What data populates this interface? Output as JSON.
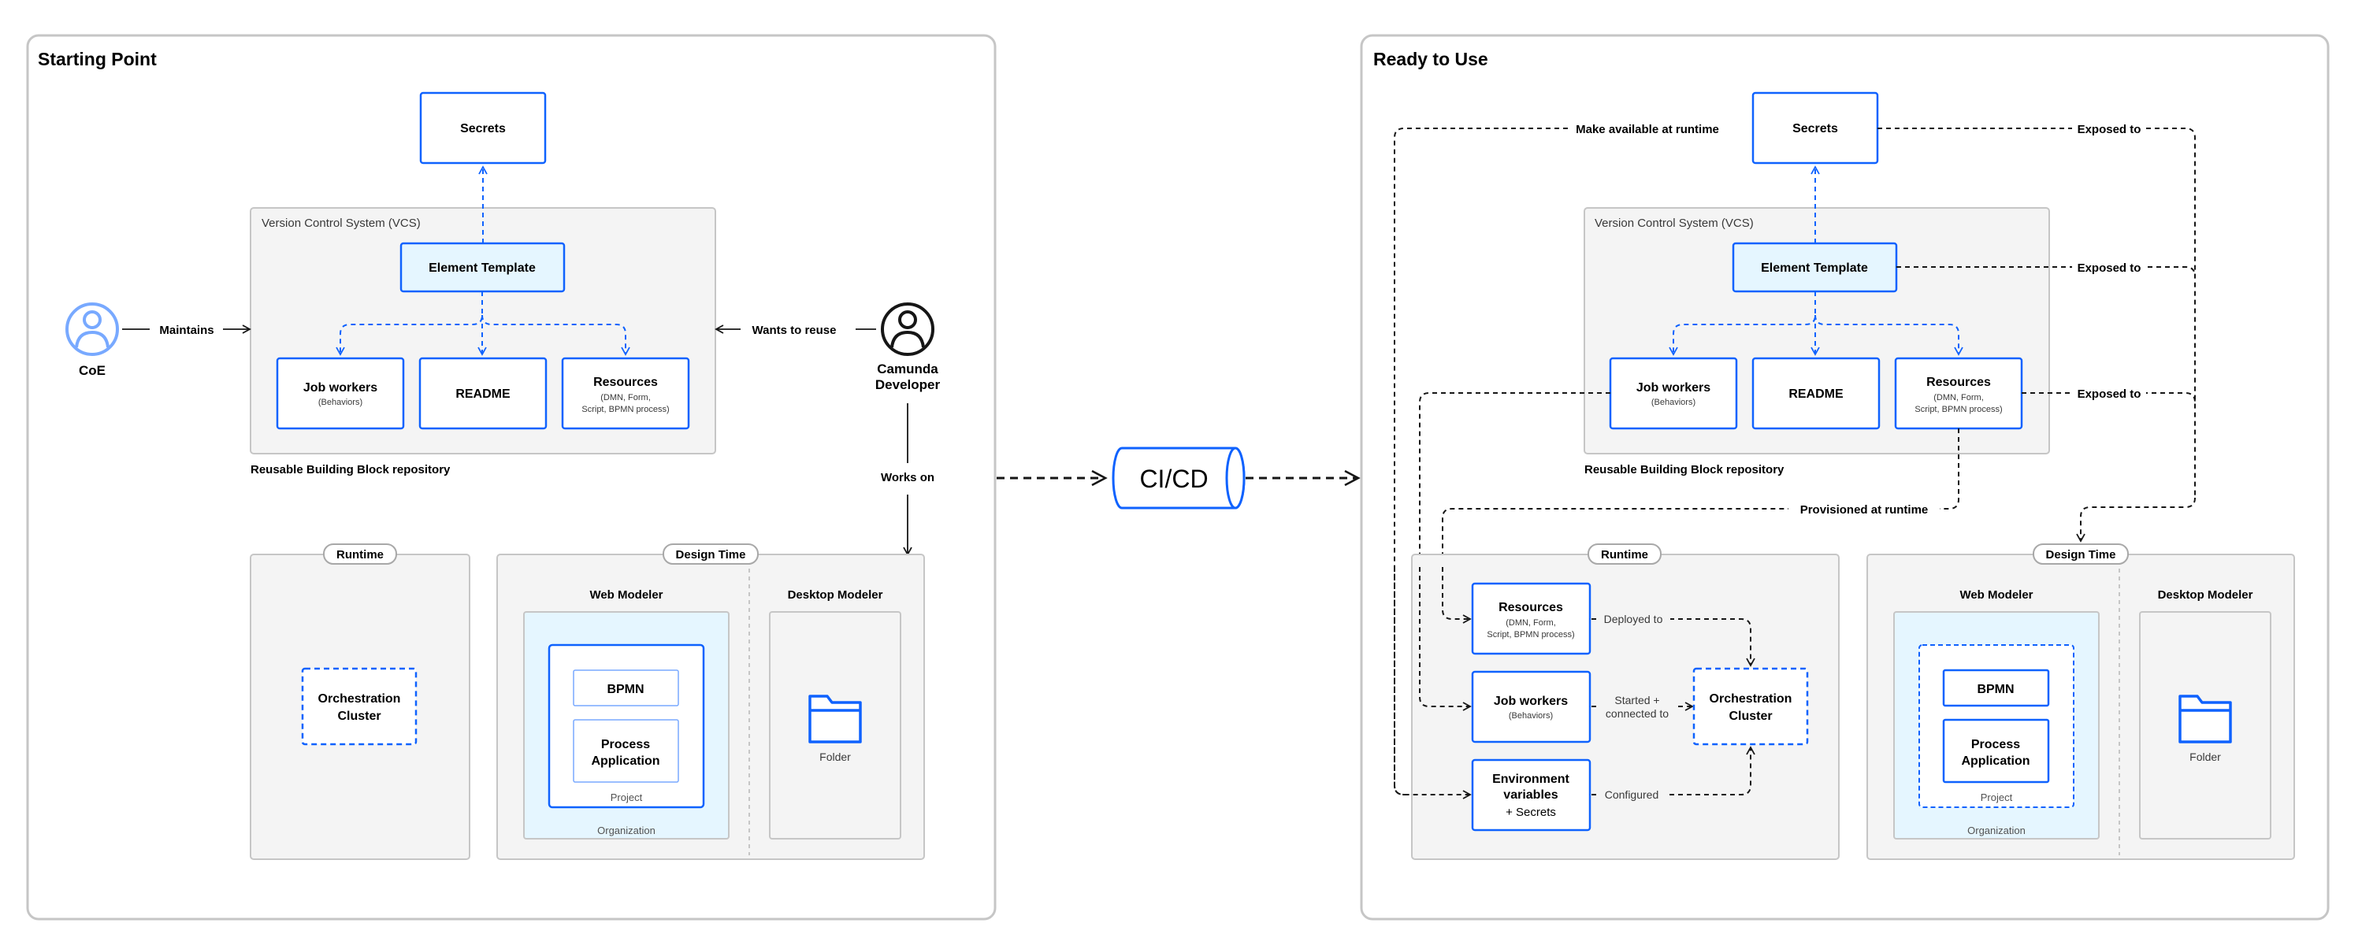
{
  "left": {
    "title": "Starting Point",
    "secrets": "Secrets",
    "vcs_label": "Version Control System (VCS)",
    "element_template": "Element Template",
    "job_workers": "Job workers",
    "job_workers_sub": "(Behaviors)",
    "readme": "README",
    "resources": "Resources",
    "resources_sub1": "(DMN, Form,",
    "resources_sub2": "Script, BPMN process)",
    "repo_caption": "Reusable Building Block repository",
    "coe": "CoE",
    "maintains": "Maintains",
    "wants_to_reuse": "Wants to reuse",
    "camunda_line1": "Camunda",
    "camunda_line2": "Developer",
    "works_on": "Works on",
    "runtime_tag": "Runtime",
    "orchestration_line1": "Orchestration",
    "orchestration_line2": "Cluster",
    "design_time_tag": "Design Time",
    "web_modeler": "Web Modeler",
    "desktop_modeler": "Desktop Modeler",
    "bpmn": "BPMN",
    "process_line1": "Process",
    "process_line2": "Application",
    "project": "Project",
    "organization": "Organization",
    "folder": "Folder"
  },
  "middle": {
    "cicd": "CI/CD"
  },
  "right": {
    "title": "Ready to Use",
    "secrets": "Secrets",
    "make_available": "Make available at runtime",
    "exposed_to": "Exposed to",
    "vcs_label": "Version Control System (VCS)",
    "element_template": "Element Template",
    "job_workers": "Job workers",
    "job_workers_sub": "(Behaviors)",
    "readme": "README",
    "resources": "Resources",
    "resources_sub1": "(DMN, Form,",
    "resources_sub2": "Script, BPMN process)",
    "repo_caption": "Reusable Building Block repository",
    "provisioned": "Provisioned at runtime",
    "runtime_tag": "Runtime",
    "rt_resources": "Resources",
    "rt_resources_sub1": "(DMN, Form,",
    "rt_resources_sub2": "Script, BPMN process)",
    "rt_job_workers": "Job workers",
    "rt_job_workers_sub": "(Behaviors)",
    "env_line1": "Environment",
    "env_line2": "variables",
    "env_line3": "+ Secrets",
    "deployed_to": "Deployed to",
    "started_line1": "Started +",
    "started_line2": "connected to",
    "configured": "Configured",
    "orchestration_line1": "Orchestration",
    "orchestration_line2": "Cluster",
    "design_time_tag": "Design Time",
    "web_modeler": "Web Modeler",
    "desktop_modeler": "Desktop Modeler",
    "bpmn": "BPMN",
    "process_line1": "Process",
    "process_line2": "Application",
    "project": "Project",
    "organization": "Organization",
    "folder": "Folder"
  },
  "colors": {
    "accent_blue": "#0f62fe",
    "light_blue_fill": "#e5f6ff",
    "coe_blue": "#78a9ff",
    "panel_gray": "#f4f4f4",
    "border_gray": "#c6c6c6",
    "ink": "#161616"
  },
  "icons": [
    "user-outline-icon",
    "user-outline-icon",
    "folder-icon",
    "folder-icon",
    "database-cylinder-icon"
  ]
}
